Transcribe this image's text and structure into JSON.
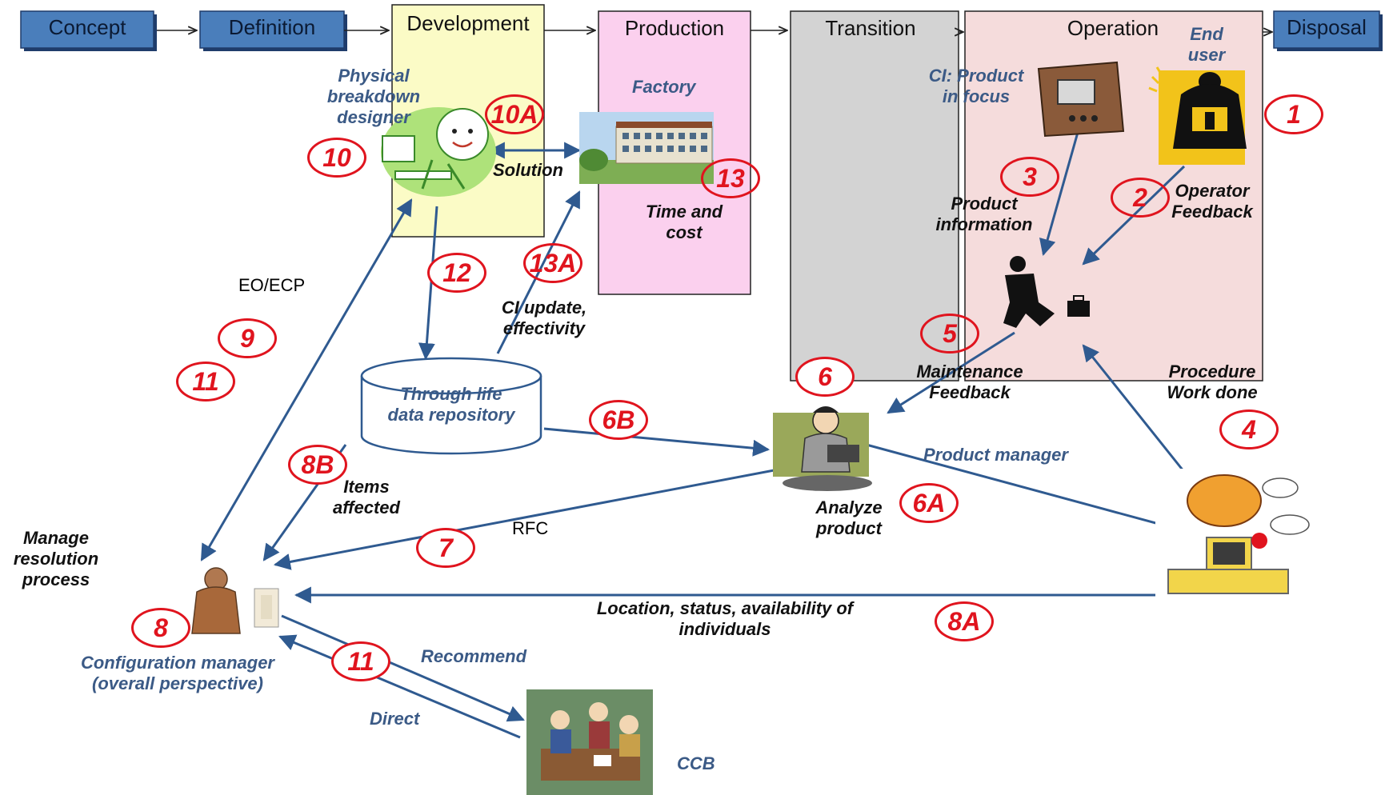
{
  "colors": {
    "phase_fill": "#4a7ebb",
    "phase_border": "#1f3c6b",
    "development_fill": "#fbfbc6",
    "production_fill": "#fbd0ee",
    "transition_fill": "#d3d3d3",
    "operation_fill": "#f5dcdc",
    "arrow": "#2f5a90",
    "badge": "#e0141e"
  },
  "phases": {
    "concept": "Concept",
    "definition": "Definition",
    "development": "Development",
    "production": "Production",
    "transition": "Transition",
    "operation": "Operation",
    "disposal": "Disposal"
  },
  "labels": {
    "physical_breakdown_designer": "Physical breakdown designer",
    "factory": "Factory",
    "solution": "Solution",
    "time_and_cost": "Time and cost",
    "ci_product_in_focus": "CI: Product in focus",
    "end_user": "End user",
    "product_information": "Product information",
    "operator_feedback": "Operator Feedback",
    "eo_ecp": "EO/ECP",
    "ci_update_effectivity": "CI update, effectivity",
    "through_life_data_repository": "Through life data repository",
    "maintenance_feedback": "Maintenance Feedback",
    "procedure_work_done": "Procedure Work done",
    "items_affected": "Items affected",
    "product_manager": "Product manager",
    "analyze_product": "Analyze product",
    "rfc": "RFC",
    "manage_resolution_process": "Manage resolution process",
    "location_status": "Location, status, availability of individuals",
    "configuration_manager": "Configuration manager (overall perspective)",
    "recommend": "Recommend",
    "direct": "Direct",
    "ccb": "CCB"
  },
  "badges": {
    "b1": "1",
    "b2": "2",
    "b3": "3",
    "b4": "4",
    "b5": "5",
    "b6": "6",
    "b6a": "6A",
    "b6b": "6B",
    "b7": "7",
    "b8": "8",
    "b8a": "8A",
    "b8b": "8B",
    "b9": "9",
    "b10": "10",
    "b10a": "10A",
    "b11a": "11",
    "b11b": "11",
    "b12": "12",
    "b13": "13",
    "b13a": "13A"
  },
  "icons": {
    "designer": "designer-at-computer-icon",
    "factory": "factory-building-icon",
    "radio": "radio-product-icon",
    "end_user": "end-user-operator-icon",
    "maintenance_worker": "maintenance-worker-icon",
    "analyst": "product-analyst-icon",
    "garfield": "cartoon-cat-at-computer-icon",
    "config_manager": "configuration-manager-icon",
    "ccb": "ccb-meeting-icon",
    "repository": "database-cylinder-icon"
  }
}
